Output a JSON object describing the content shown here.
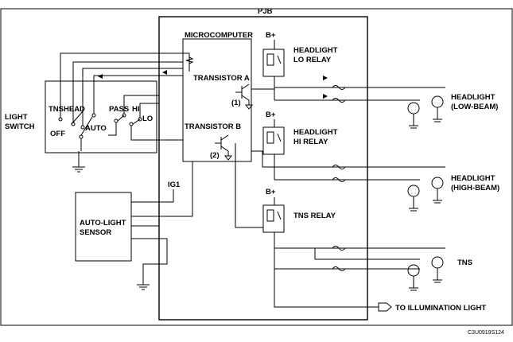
{
  "labels": {
    "pjb": "PJB",
    "microcomputer": "MICROCOMPUTER",
    "light_switch_1": "LIGHT",
    "light_switch_2": "SWITCH",
    "tns": "TNS",
    "head": "HEAD",
    "off": "OFF",
    "auto": "AUTO",
    "pass": "PASS",
    "hi": "HI",
    "lo": "LO",
    "transistor_a": "TRANSISTOR A",
    "transistor_b": "TRANSISTOR B",
    "mark_1": "(1)",
    "mark_2": "(2)",
    "bplus_1": "B+",
    "bplus_2": "B+",
    "bplus_3": "B+",
    "relay_lo_1": "HEADLIGHT",
    "relay_lo_2": "LO RELAY",
    "relay_hi_1": "HEADLIGHT",
    "relay_hi_2": "HI RELAY",
    "relay_tns": "TNS RELAY",
    "ig1": "IG1",
    "sensor_1": "AUTO-LIGHT",
    "sensor_2": "SENSOR",
    "hl_low_1": "HEADLIGHT",
    "hl_low_2": "(LOW-BEAM)",
    "hl_high_1": "HEADLIGHT",
    "hl_high_2": "(HIGH-BEAM)",
    "tns_lamp": "TNS",
    "to_illum": "TO ILLUMINATION LIGHT",
    "code": "C3U0919S124"
  }
}
